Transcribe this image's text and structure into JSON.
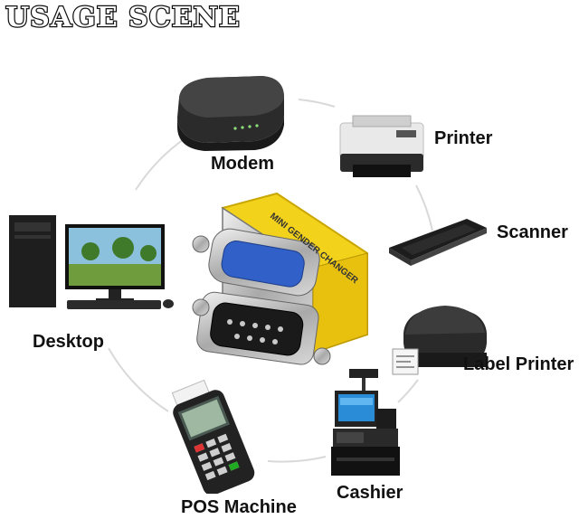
{
  "header": {
    "title": "USAGE SCENE"
  },
  "adapter": {
    "text": "MINI GENDER CHANGER",
    "color": "#f2d21b"
  },
  "devices": {
    "modem": "Modem",
    "printer": "Printer",
    "scanner": "Scanner",
    "label_printer": "Label Printer",
    "cashier": "Cashier",
    "pos_machine": "POS Machine",
    "desktop": "Desktop"
  },
  "icons": [
    "modem-icon",
    "printer-icon",
    "scanner-icon",
    "label-printer-icon",
    "cashier-icon",
    "pos-machine-icon",
    "desktop-icon",
    "adapter-icon"
  ]
}
